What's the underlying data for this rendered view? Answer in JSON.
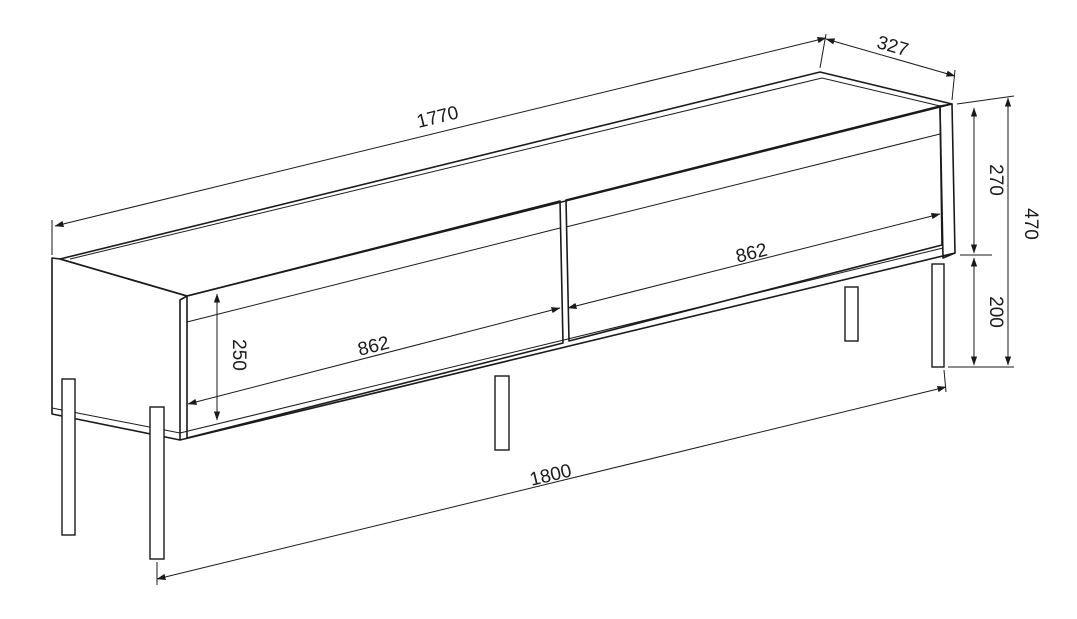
{
  "diagram": {
    "labels": {
      "top_width": "1770",
      "depth": "327",
      "body_height": "270",
      "total_height": "470",
      "leg_height": "200",
      "drawer_height": "250",
      "right_drawer_width": "862",
      "left_drawer_width": "862",
      "total_width": "1800"
    },
    "colors": {
      "line": "#1a1a1a",
      "background": "#ffffff"
    }
  }
}
